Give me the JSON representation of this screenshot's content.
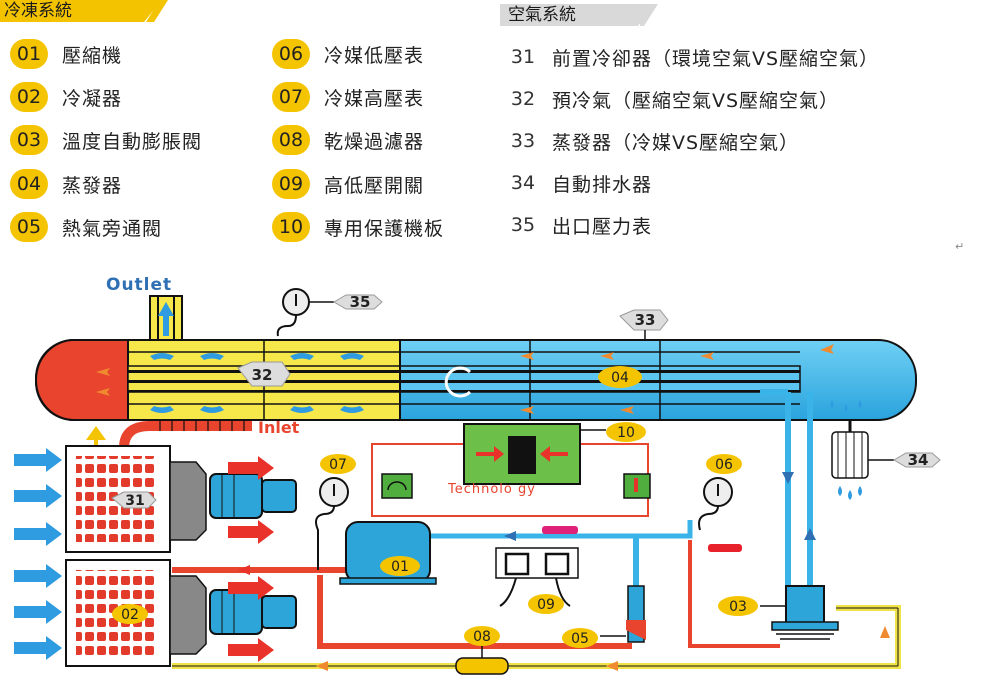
{
  "headers": {
    "refrigeration": "冷凍系統",
    "air": "空氣系統"
  },
  "legend": {
    "col1": [
      {
        "num": "01",
        "label": "壓縮機"
      },
      {
        "num": "02",
        "label": "冷凝器"
      },
      {
        "num": "03",
        "label": "溫度自動膨脹閥"
      },
      {
        "num": "04",
        "label": "蒸發器"
      },
      {
        "num": "05",
        "label": "熱氣旁通閥"
      }
    ],
    "col2": [
      {
        "num": "06",
        "label": "冷媒低壓表"
      },
      {
        "num": "07",
        "label": "冷媒高壓表"
      },
      {
        "num": "08",
        "label": "乾燥過濾器"
      },
      {
        "num": "09",
        "label": "高低壓開關"
      },
      {
        "num": "10",
        "label": "專用保護機板"
      }
    ],
    "col3": [
      {
        "num": "31",
        "label": "前置冷卻器（環境空氣VS壓縮空氣）"
      },
      {
        "num": "32",
        "label": "預冷氣（壓縮空氣VS壓縮空氣）"
      },
      {
        "num": "33",
        "label": "蒸發器（冷媒VS壓縮空氣）"
      },
      {
        "num": "34",
        "label": "自動排水器"
      },
      {
        "num": "35",
        "label": "出口壓力表"
      }
    ]
  },
  "diagram": {
    "outlet": "Outlet",
    "inlet": "Inlet",
    "technology": "Technolo gy",
    "callouts": {
      "c01": "01",
      "c02": "02",
      "c03": "03",
      "c04": "04",
      "c05": "05",
      "c06": "06",
      "c07": "07",
      "c08": "08",
      "c09": "09",
      "c10": "10",
      "c31": "31",
      "c32": "32",
      "c33": "33",
      "c34": "34",
      "c35": "35"
    }
  },
  "colors": {
    "badge_yellow": "#f5c400",
    "header_yellow": "#f3c300",
    "header_gray": "#d9d9d9",
    "hot_red": "#e8442e",
    "cool_blue": "#3ab4e8",
    "air_yellow": "#f6e84a",
    "arrow_blue": "#2f9be0",
    "arrow_red": "#e8322a"
  }
}
